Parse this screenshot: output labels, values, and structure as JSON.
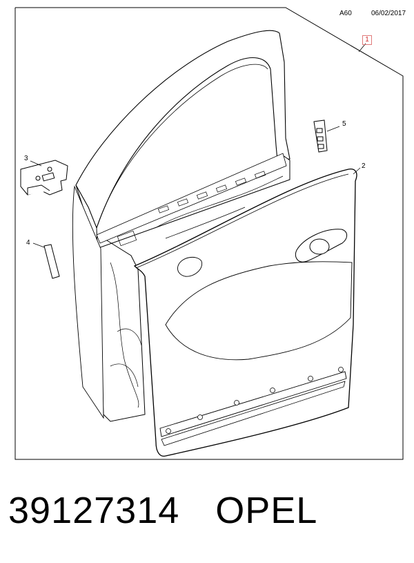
{
  "header": {
    "code": "A60",
    "date": "06/02/2017"
  },
  "reference_box": "1",
  "callouts": [
    "2",
    "3",
    "4",
    "5"
  ],
  "caption": {
    "part_number": "39127314",
    "brand": "OPEL"
  }
}
